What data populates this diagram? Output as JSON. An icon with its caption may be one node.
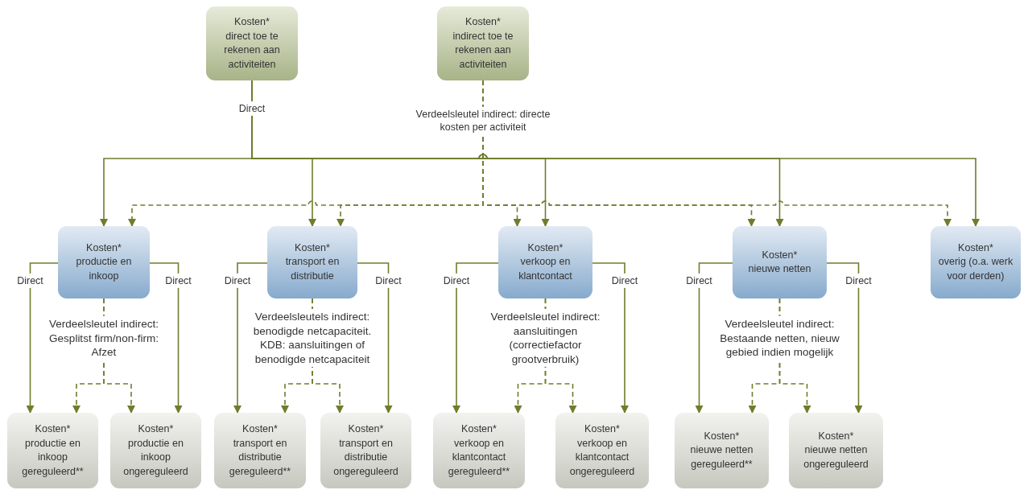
{
  "diagram": {
    "nodes": [
      {
        "text": [
          "Kosten*",
          "direct toe te rekenen aan activiteiten"
        ]
      },
      {
        "text": [
          "Kosten*",
          "indirect toe te rekenen aan activiteiten"
        ]
      },
      {
        "text": [
          "Kosten*",
          "productie en inkoop"
        ]
      },
      {
        "text": [
          "Kosten*",
          "transport en distributie"
        ]
      },
      {
        "text": [
          "Kosten*",
          "verkoop en klantcontact"
        ]
      },
      {
        "text": [
          "Kosten*",
          "nieuwe netten"
        ]
      },
      {
        "text": [
          "Kosten*",
          "overig (o.a. werk voor derden)"
        ]
      },
      {
        "text": [
          "Kosten*",
          "productie en inkoop gereguleerd**"
        ]
      },
      {
        "text": [
          "Kosten*",
          "productie en inkoop ongereguleerd"
        ]
      },
      {
        "text": [
          "Kosten*",
          "transport en distributie gereguleerd**"
        ]
      },
      {
        "text": [
          "Kosten*",
          "transport en distributie ongereguleerd"
        ]
      },
      {
        "text": [
          "Kosten*",
          "verkoop en klantcontact gereguleerd**"
        ]
      },
      {
        "text": [
          "Kosten*",
          "verkoop en klantcontact ongereguleerd"
        ]
      },
      {
        "text": [
          "Kosten*",
          "nieuwe netten gereguleerd**"
        ]
      },
      {
        "text": [
          "Kosten*",
          "nieuwe netten ongereguleerd"
        ]
      }
    ],
    "edges": [
      {
        "from": 0,
        "to": 2,
        "arrow": "to",
        "label": "Direct"
      },
      {
        "from": 0,
        "to": 3,
        "arrow": "to"
      },
      {
        "from": 0,
        "to": 4,
        "arrow": "to"
      },
      {
        "from": 0,
        "to": 5,
        "arrow": "to"
      },
      {
        "from": 0,
        "to": 6,
        "arrow": "to"
      },
      {
        "from": 1,
        "to": 2,
        "arrow": "to",
        "style": "dashed",
        "label": "Verdeelsleutel indirect: directe kosten per activiteit"
      },
      {
        "from": 1,
        "to": 3,
        "arrow": "to",
        "style": "dashed"
      },
      {
        "from": 1,
        "to": 4,
        "arrow": "to",
        "style": "dashed"
      },
      {
        "from": 1,
        "to": 5,
        "arrow": "to",
        "style": "dashed"
      },
      {
        "from": 1,
        "to": 6,
        "arrow": "to",
        "style": "dashed"
      },
      {
        "from": 2,
        "to": 7,
        "arrow": "to",
        "label": "Direct"
      },
      {
        "from": 2,
        "to": 8,
        "arrow": "to",
        "label": "Direct"
      },
      {
        "from": 2,
        "to": 7,
        "arrow": "to",
        "style": "dashed",
        "label": "Verdeelsleutel indirect: Gesplitst firm/non-firm: Afzet"
      },
      {
        "from": 2,
        "to": 8,
        "arrow": "to",
        "style": "dashed"
      },
      {
        "from": 3,
        "to": 9,
        "arrow": "to",
        "label": "Direct"
      },
      {
        "from": 3,
        "to": 10,
        "arrow": "to",
        "label": "Direct"
      },
      {
        "from": 3,
        "to": 9,
        "arrow": "to",
        "style": "dashed",
        "label": "Verdeelsleutels indirect: benodigde netcapaciteit. KDB: aansluitingen of benodigde netcapaciteit"
      },
      {
        "from": 3,
        "to": 10,
        "arrow": "to",
        "style": "dashed"
      },
      {
        "from": 4,
        "to": 11,
        "arrow": "to",
        "label": "Direct"
      },
      {
        "from": 4,
        "to": 12,
        "arrow": "to",
        "label": "Direct"
      },
      {
        "from": 4,
        "to": 11,
        "arrow": "to",
        "style": "dashed",
        "label": "Verdeelsleutel indirect: aansluitingen (correctiefactor grootverbruik)"
      },
      {
        "from": 4,
        "to": 12,
        "arrow": "to",
        "style": "dashed"
      },
      {
        "from": 5,
        "to": 13,
        "arrow": "to",
        "label": "Direct"
      },
      {
        "from": 5,
        "to": 14,
        "arrow": "to",
        "label": "Direct"
      },
      {
        "from": 5,
        "to": 13,
        "arrow": "to",
        "style": "dashed",
        "label": "Verdeelsleutel indirect: Bestaande netten, nieuw gebied indien mogelijk"
      },
      {
        "from": 5,
        "to": 14,
        "arrow": "to",
        "style": "dashed"
      }
    ]
  }
}
